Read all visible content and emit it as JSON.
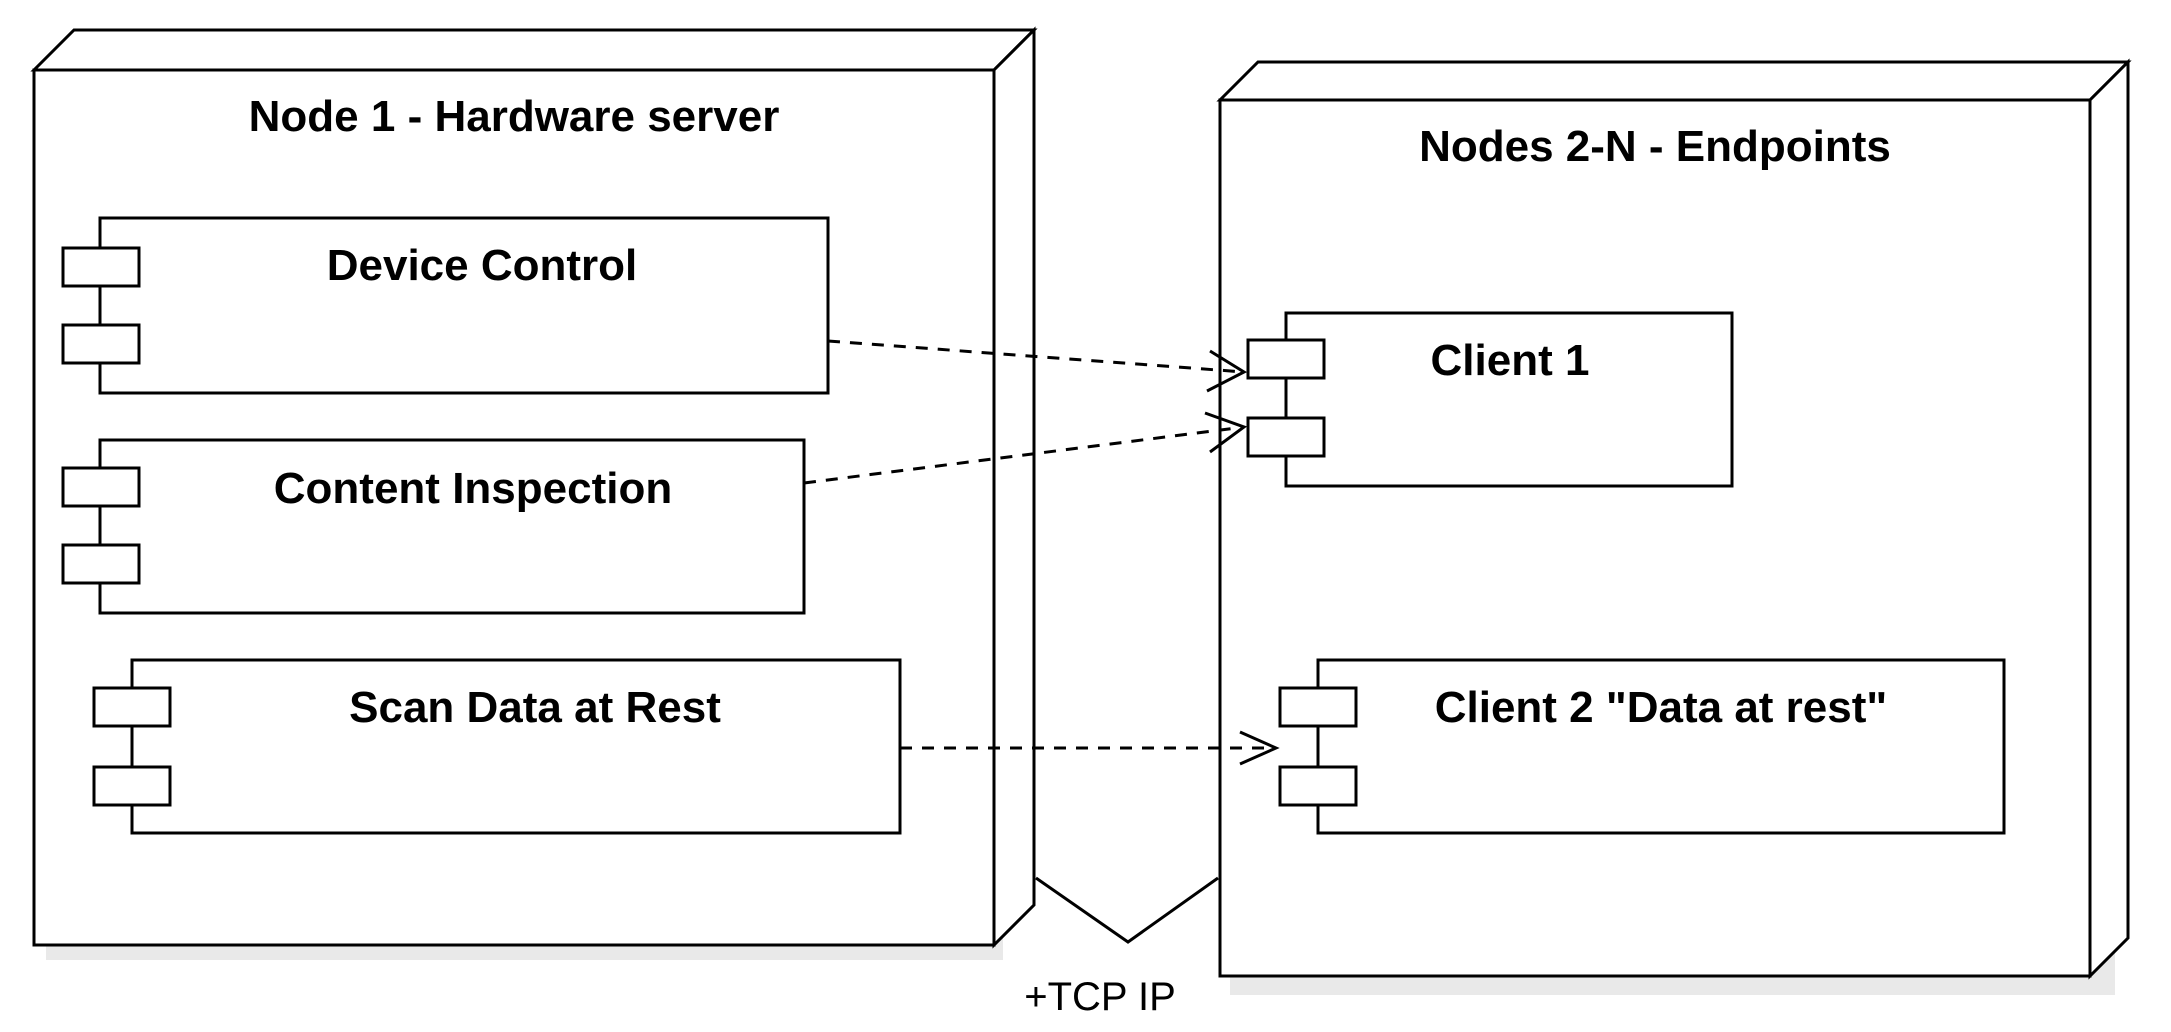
{
  "nodes": [
    {
      "title": "Node 1 - Hardware server"
    },
    {
      "title": "Nodes 2-N - Endpoints"
    }
  ],
  "components": {
    "device_control": "Device Control",
    "content_inspection": "Content Inspection",
    "scan_data_at_rest": "Scan Data at Rest",
    "client_1": "Client 1",
    "client_2": "Client 2 \"Data at rest\""
  },
  "link": {
    "label": "+TCP IP"
  },
  "colors": {
    "stroke": "#000000",
    "fill": "#ffffff",
    "shadow": "#e6e6e6"
  }
}
